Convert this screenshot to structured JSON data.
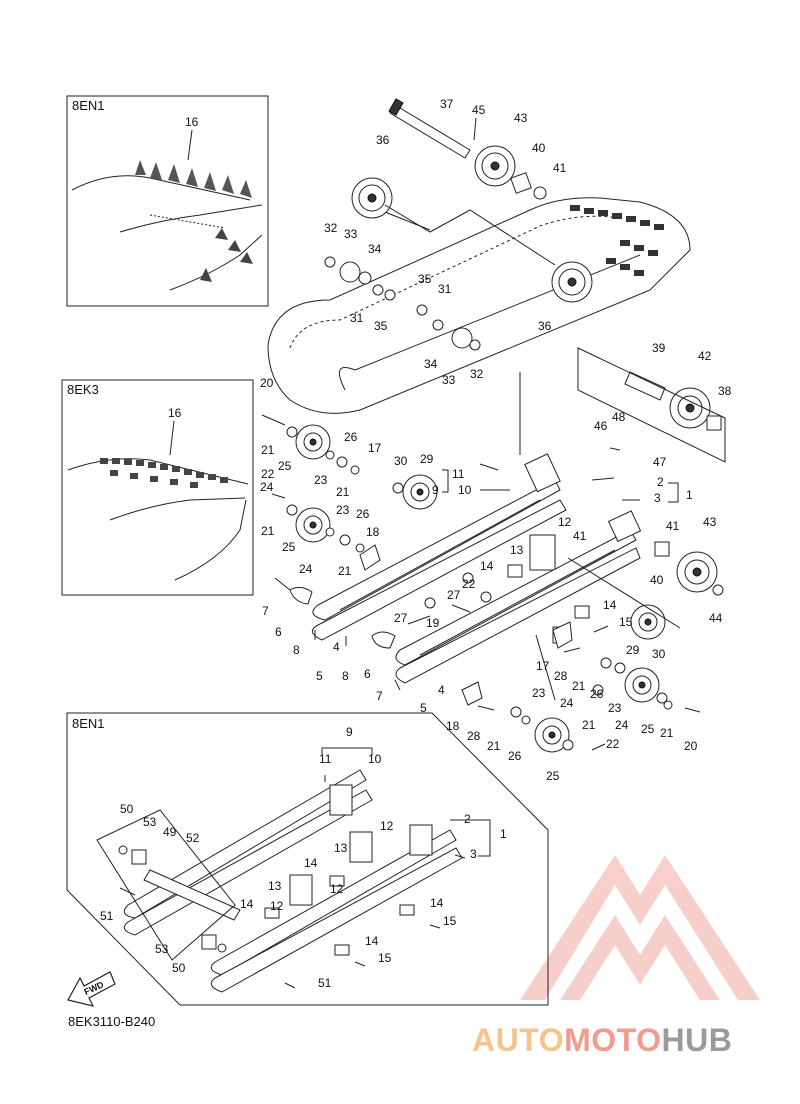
{
  "insets": [
    {
      "code": "8EN1",
      "part_ref": "16"
    },
    {
      "code": "8EK3",
      "part_ref": "16"
    },
    {
      "code": "8EN1"
    }
  ],
  "diagram_code": "8EK3110-B240",
  "fwd_label": "FWD",
  "watermark": {
    "part1": "AUTO",
    "part2": "MOTO",
    "part3": "HUB"
  },
  "callouts": [
    {
      "n": "37"
    },
    {
      "n": "45"
    },
    {
      "n": "43"
    },
    {
      "n": "40"
    },
    {
      "n": "41"
    },
    {
      "n": "36"
    },
    {
      "n": "32"
    },
    {
      "n": "33"
    },
    {
      "n": "34"
    },
    {
      "n": "35"
    },
    {
      "n": "31"
    },
    {
      "n": "31"
    },
    {
      "n": "35"
    },
    {
      "n": "36"
    },
    {
      "n": "34"
    },
    {
      "n": "33"
    },
    {
      "n": "32"
    },
    {
      "n": "39"
    },
    {
      "n": "42"
    },
    {
      "n": "38"
    },
    {
      "n": "48"
    },
    {
      "n": "46"
    },
    {
      "n": "47"
    },
    {
      "n": "2"
    },
    {
      "n": "3"
    },
    {
      "n": "1"
    },
    {
      "n": "20"
    },
    {
      "n": "26"
    },
    {
      "n": "17"
    },
    {
      "n": "21"
    },
    {
      "n": "25"
    },
    {
      "n": "24"
    },
    {
      "n": "23"
    },
    {
      "n": "21"
    },
    {
      "n": "22"
    },
    {
      "n": "21"
    },
    {
      "n": "25"
    },
    {
      "n": "24"
    },
    {
      "n": "23"
    },
    {
      "n": "26"
    },
    {
      "n": "18"
    },
    {
      "n": "21"
    },
    {
      "n": "30"
    },
    {
      "n": "29"
    },
    {
      "n": "11"
    },
    {
      "n": "9"
    },
    {
      "n": "10"
    },
    {
      "n": "12"
    },
    {
      "n": "41"
    },
    {
      "n": "43"
    },
    {
      "n": "41"
    },
    {
      "n": "13"
    },
    {
      "n": "40"
    },
    {
      "n": "14"
    },
    {
      "n": "22"
    },
    {
      "n": "44"
    },
    {
      "n": "27"
    },
    {
      "n": "19"
    },
    {
      "n": "27"
    },
    {
      "n": "14"
    },
    {
      "n": "15"
    },
    {
      "n": "7"
    },
    {
      "n": "6"
    },
    {
      "n": "8"
    },
    {
      "n": "4"
    },
    {
      "n": "5"
    },
    {
      "n": "8"
    },
    {
      "n": "6"
    },
    {
      "n": "29"
    },
    {
      "n": "30"
    },
    {
      "n": "17"
    },
    {
      "n": "28"
    },
    {
      "n": "21"
    },
    {
      "n": "26"
    },
    {
      "n": "23"
    },
    {
      "n": "7"
    },
    {
      "n": "4"
    },
    {
      "n": "5"
    },
    {
      "n": "18"
    },
    {
      "n": "28"
    },
    {
      "n": "23"
    },
    {
      "n": "24"
    },
    {
      "n": "21"
    },
    {
      "n": "26"
    },
    {
      "n": "21"
    },
    {
      "n": "24"
    },
    {
      "n": "25"
    },
    {
      "n": "21"
    },
    {
      "n": "20"
    },
    {
      "n": "22"
    },
    {
      "n": "25"
    },
    {
      "n": "9"
    },
    {
      "n": "11"
    },
    {
      "n": "10"
    },
    {
      "n": "50"
    },
    {
      "n": "53"
    },
    {
      "n": "49"
    },
    {
      "n": "52"
    },
    {
      "n": "2"
    },
    {
      "n": "1"
    },
    {
      "n": "12"
    },
    {
      "n": "13"
    },
    {
      "n": "3"
    },
    {
      "n": "14"
    },
    {
      "n": "12"
    },
    {
      "n": "13"
    },
    {
      "n": "51"
    },
    {
      "n": "14"
    },
    {
      "n": "12"
    },
    {
      "n": "14"
    },
    {
      "n": "15"
    },
    {
      "n": "53"
    },
    {
      "n": "14"
    },
    {
      "n": "50"
    },
    {
      "n": "15"
    },
    {
      "n": "51"
    }
  ]
}
